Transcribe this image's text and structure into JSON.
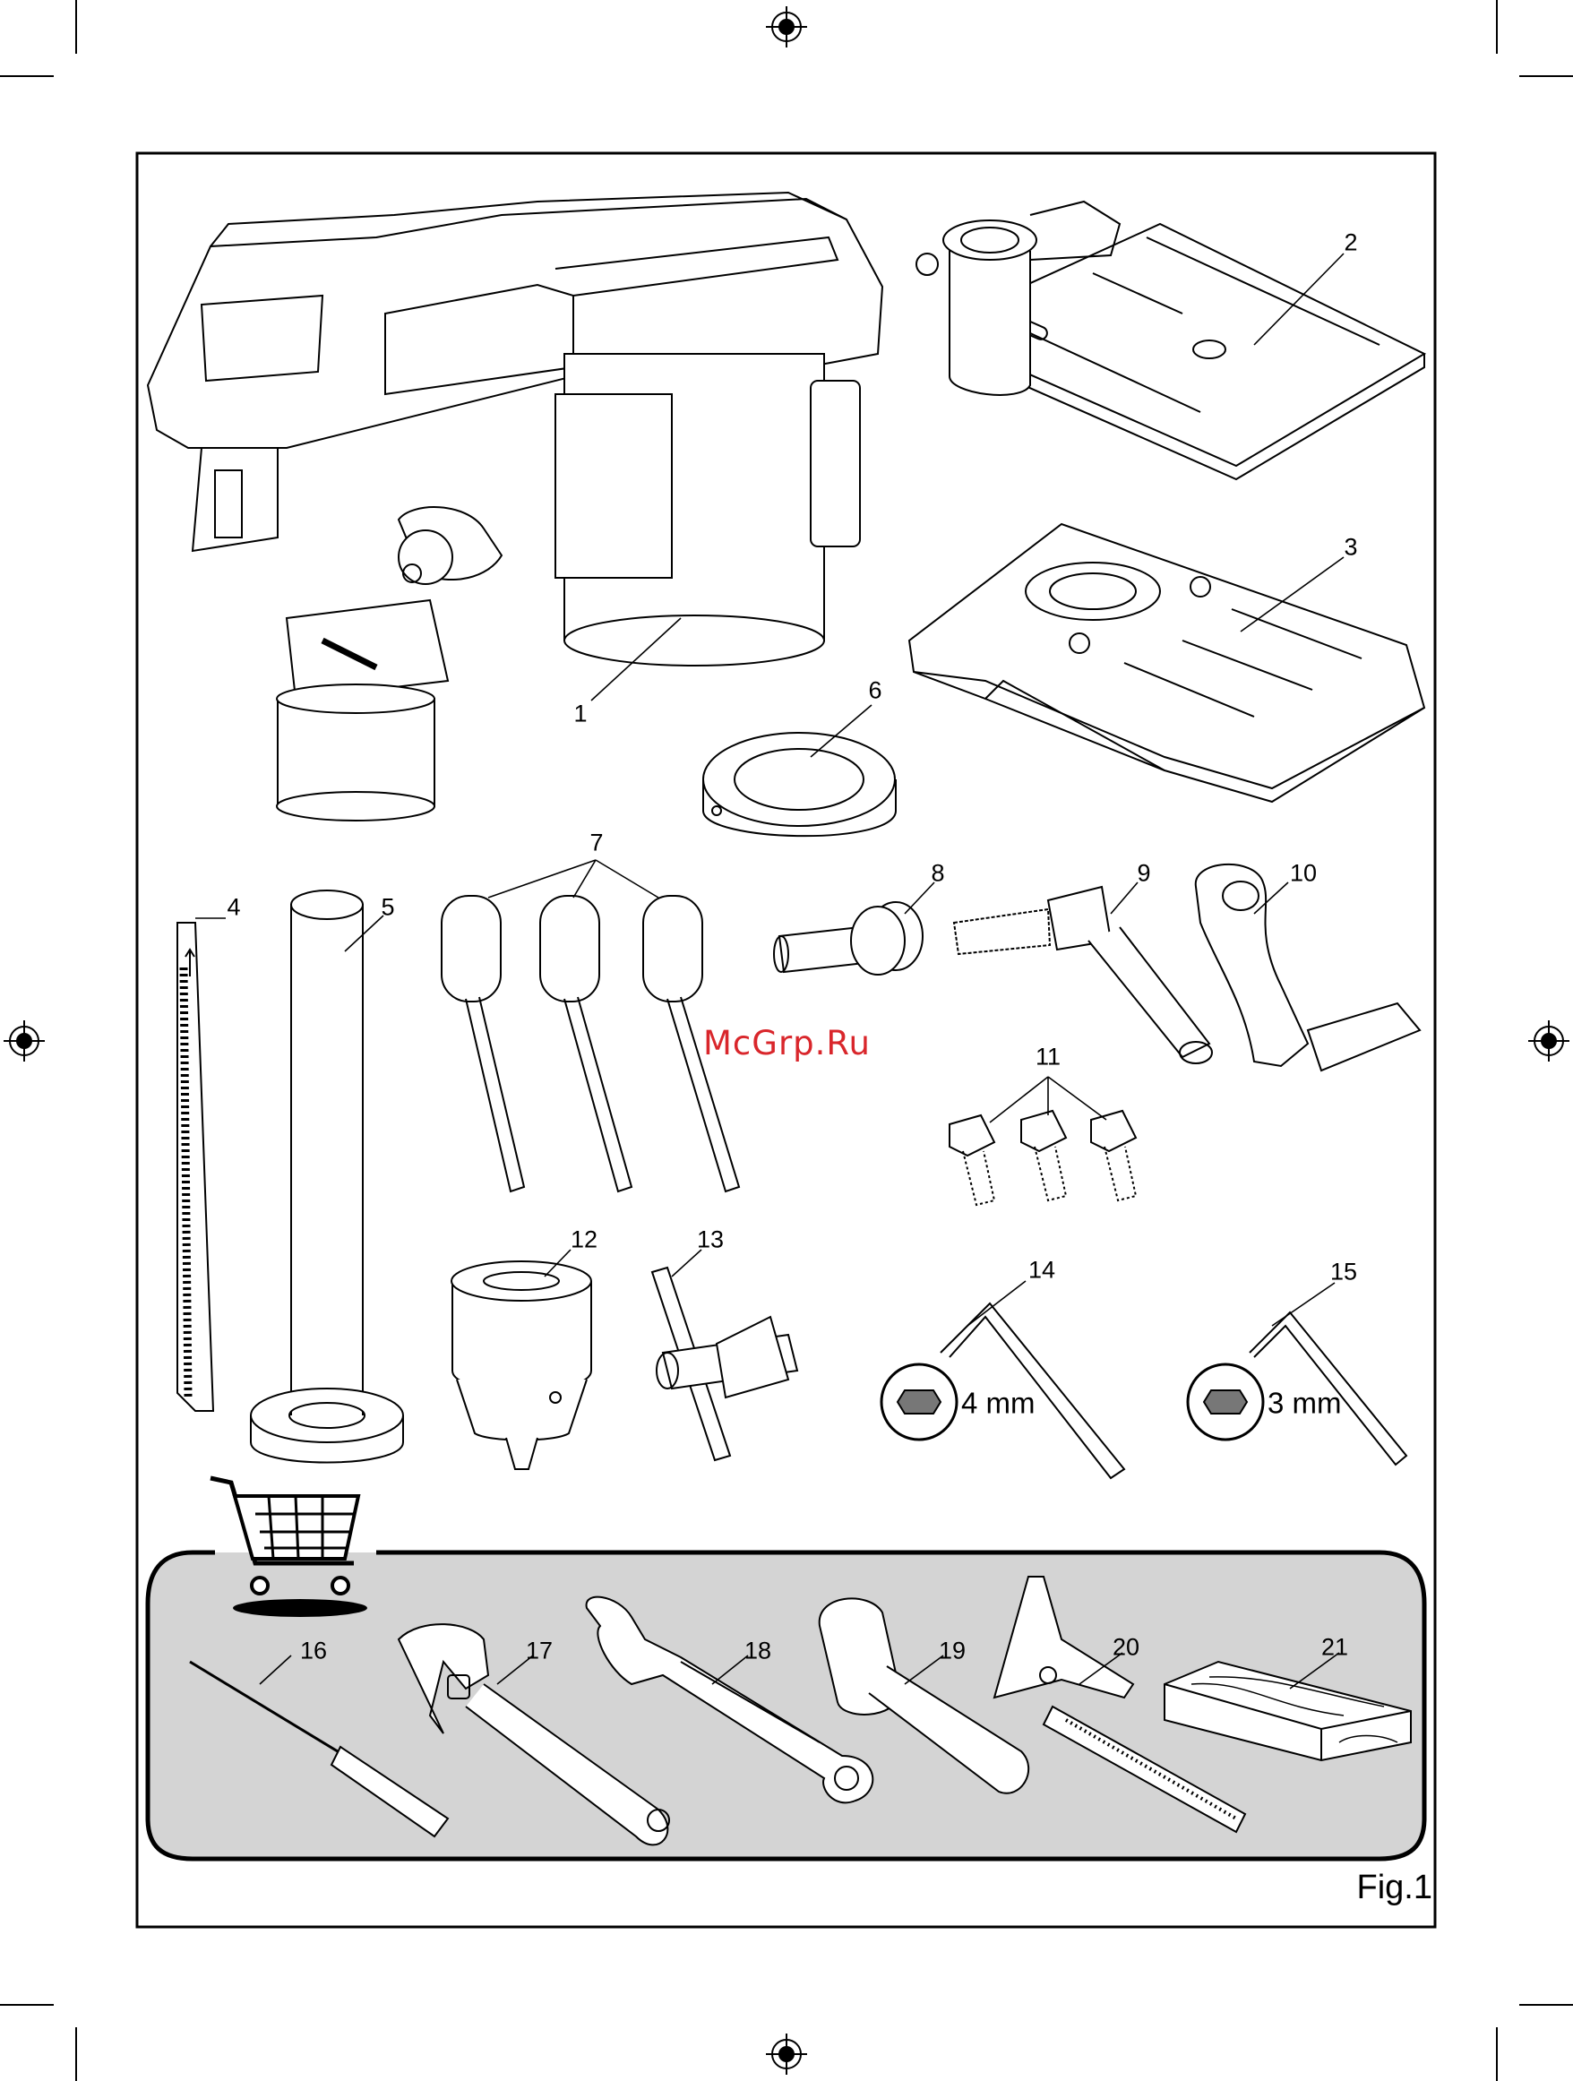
{
  "watermark": "McGrp.Ru",
  "figure_label": "Fig.1",
  "sizes": {
    "hex_key_14": "4 mm",
    "hex_key_15": "3 mm"
  },
  "parts": [
    {
      "number": "1",
      "item": "drill-head"
    },
    {
      "number": "2",
      "item": "work-table"
    },
    {
      "number": "3",
      "item": "base"
    },
    {
      "number": "4",
      "item": "rack"
    },
    {
      "number": "5",
      "item": "column"
    },
    {
      "number": "6",
      "item": "rack-ring"
    },
    {
      "number": "7",
      "item": "feed-handles"
    },
    {
      "number": "8",
      "item": "worm-gear"
    },
    {
      "number": "9",
      "item": "table-lock-handle"
    },
    {
      "number": "10",
      "item": "table-crank-handle"
    },
    {
      "number": "11",
      "item": "hex-bolts"
    },
    {
      "number": "12",
      "item": "chuck"
    },
    {
      "number": "13",
      "item": "chuck-key"
    },
    {
      "number": "14",
      "item": "hex-key-4mm"
    },
    {
      "number": "15",
      "item": "hex-key-3mm"
    },
    {
      "number": "16",
      "item": "screwdriver"
    },
    {
      "number": "17",
      "item": "adjustable-wrench"
    },
    {
      "number": "18",
      "item": "combination-spanner"
    },
    {
      "number": "19",
      "item": "mallet"
    },
    {
      "number": "20",
      "item": "combination-square"
    },
    {
      "number": "21",
      "item": "wood-block"
    }
  ],
  "icons": [
    "registration-mark-icon",
    "shopping-cart-icon"
  ],
  "colors": {
    "line": "#000000",
    "tools_panel_fill": "#d4d4d4",
    "cart_red": "#d9262b"
  }
}
